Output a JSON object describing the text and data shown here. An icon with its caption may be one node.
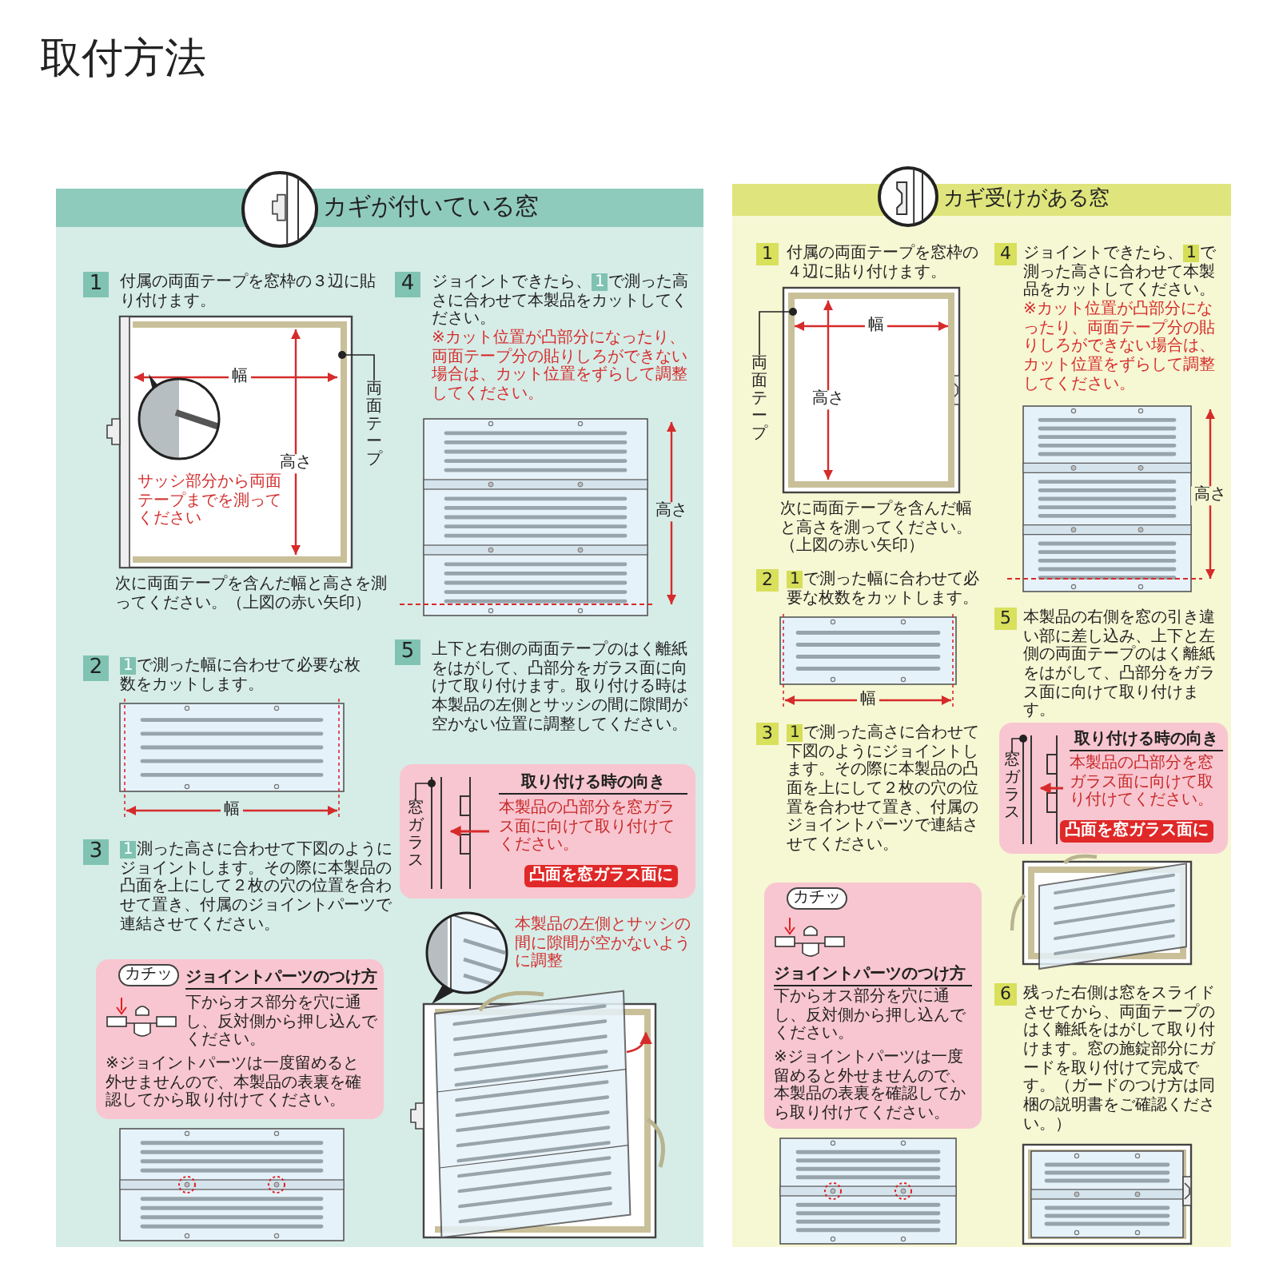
{
  "diagram": {
    "title": "取付方法",
    "nodes": [
      {
        "text": [
          "カギが付いている窓"
        ]
      },
      {
        "text": [
          "カギ受けがある窓"
        ]
      },
      {
        "text": [
          "1"
        ],
        "in": 0,
        "beside": [
          "付属の両面テープを窓枠の３辺に貼り付けます。"
        ]
      },
      {
        "text": [
          "2"
        ],
        "in": 0,
        "beside": [
          "**1**で測った幅に合わせて必要な枚数をカットします。"
        ]
      },
      {
        "text": [
          "3"
        ],
        "in": 0,
        "beside": [
          "**1**測った高さに合わせて下図のようにジョイントします。その際に本製品の凸面を上にして２枚の穴の位置を合わせて置き、付属のジョイントパーツで連結させてください。"
        ]
      },
      {
        "text": [
          "4"
        ],
        "in": 0,
        "beside": [
          "ジョイントできたら、**1**で測った高さに合わせて本製品をカットしてください。",
          "※カット位置が凸部分になったり、両面テープ分の貼りしろができない場合は、カット位置をずらして調整してください。"
        ]
      },
      {
        "text": [
          "5"
        ],
        "in": 0,
        "beside": [
          "上下と右側の両面テープのはく離紙をはがして、凸部分をガラス面に向けて取り付けます。取り付ける時は本製品の左側とサッシの間に隙間が空かない位置に調整してください。"
        ]
      },
      {
        "text": [
          "ジョイントパーツのつけ方",
          "下からオス部分を穴に通し、反対側から押し込んでください。",
          "※ジョイントパーツは一度留めると外せませんので、本製品の表裏を確認してから取り付けてください。"
        ],
        "in": 0
      },
      {
        "text": [
          "カチッ"
        ],
        "in": 7
      },
      {
        "text": [
          "取り付ける時の向き",
          "本製品の凸部分を窓ガラス面に向けて取り付けてください。"
        ],
        "in": 0
      },
      {
        "text": [
          "凸面を窓ガラス面に"
        ],
        "in": 9
      },
      {
        "text": [
          "窓ガラス"
        ],
        "in": 9
      },
      {
        "text": [
          "両面テープ"
        ],
        "in": 0
      },
      {
        "text": [
          "1"
        ],
        "in": 1,
        "beside": [
          "付属の両面テープを窓枠の４辺に貼り付けます。"
        ]
      },
      {
        "text": [
          "2"
        ],
        "in": 1,
        "beside": [
          "**1**で測った幅に合わせて必要な枚数をカットします。"
        ]
      },
      {
        "text": [
          "3"
        ],
        "in": 1,
        "beside": [
          "**1**で測った高さに合わせて下図のようにジョイントします。その際に本製品の凸面を上にして２枚の穴の位置を合わせて置き、付属のジョイントパーツで連結させてください。"
        ]
      },
      {
        "text": [
          "4"
        ],
        "in": 1,
        "beside": [
          "ジョイントできたら、**1**で測った高さに合わせて本製品をカットしてください。",
          "※カット位置が凸部分になったり、両面テープ分の貼りしろができない場合は、カット位置をずらして調整してください。"
        ]
      },
      {
        "text": [
          "5"
        ],
        "in": 1,
        "beside": [
          "本製品の右側を窓の引き違い部に差し込み、上下と左側の両面テープのはく離紙をはがして、凸部分をガラス面に向けて取り付けます。"
        ]
      },
      {
        "text": [
          "6"
        ],
        "in": 1,
        "beside": [
          "残った右側は窓をスライドさせてから、両面テープのはく離紙をはがして取り付けます。窓の施錠部分にガードを取り付けて完成です。（ガードのつけ方は同梱の説明書をご確認ください。）"
        ]
      },
      {
        "text": [
          "ジョイントパーツのつけ方",
          "下からオス部分を穴に通し、反対側から押し込んでください。",
          "※ジョイントパーツは一度留めると外せませんので、本製品の表裏を確認してから取り付けてください。"
        ],
        "in": 1
      },
      {
        "text": [
          "カチッ"
        ],
        "in": 19
      },
      {
        "text": [
          "取り付ける時の向き",
          "本製品の凸部分を窓ガラス面に向けて取り付けてください。"
        ],
        "in": 1
      },
      {
        "text": [
          "凸面を窓ガラス面に"
        ],
        "in": 21
      },
      {
        "text": [
          "窓ガラス"
        ],
        "in": 21
      },
      {
        "text": [
          "両面テープ"
        ],
        "in": 1
      },
      {
        "text": [],
        "shape": "bar",
        "in": 0
      },
      {
        "text": [],
        "shape": "bar",
        "in": 1
      }
    ],
    "edges": [
      {
        "from": 12,
        "to": 25,
        "arrow": "other"
      },
      {
        "from": 11,
        "to": null,
        "arrow": "other"
      },
      {
        "from": 24,
        "to": 26,
        "arrow": "other"
      },
      {
        "from": 23,
        "to": null,
        "arrow": "other"
      }
    ],
    "labels": [
      "幅",
      "高さ",
      "サッシ部分から両面テープまでを測ってください",
      "次に両面テープを含んだ幅と高さを測ってください。（上図の赤い矢印）",
      "高さ",
      "幅",
      "本製品の左側とサッシの間に隙間が空かないように調整",
      "幅",
      "高さ",
      "次に両面テープを含んだ幅と高さを測ってください。（上図の赤い矢印）",
      "高さ",
      "幅"
    ]
  }
}
